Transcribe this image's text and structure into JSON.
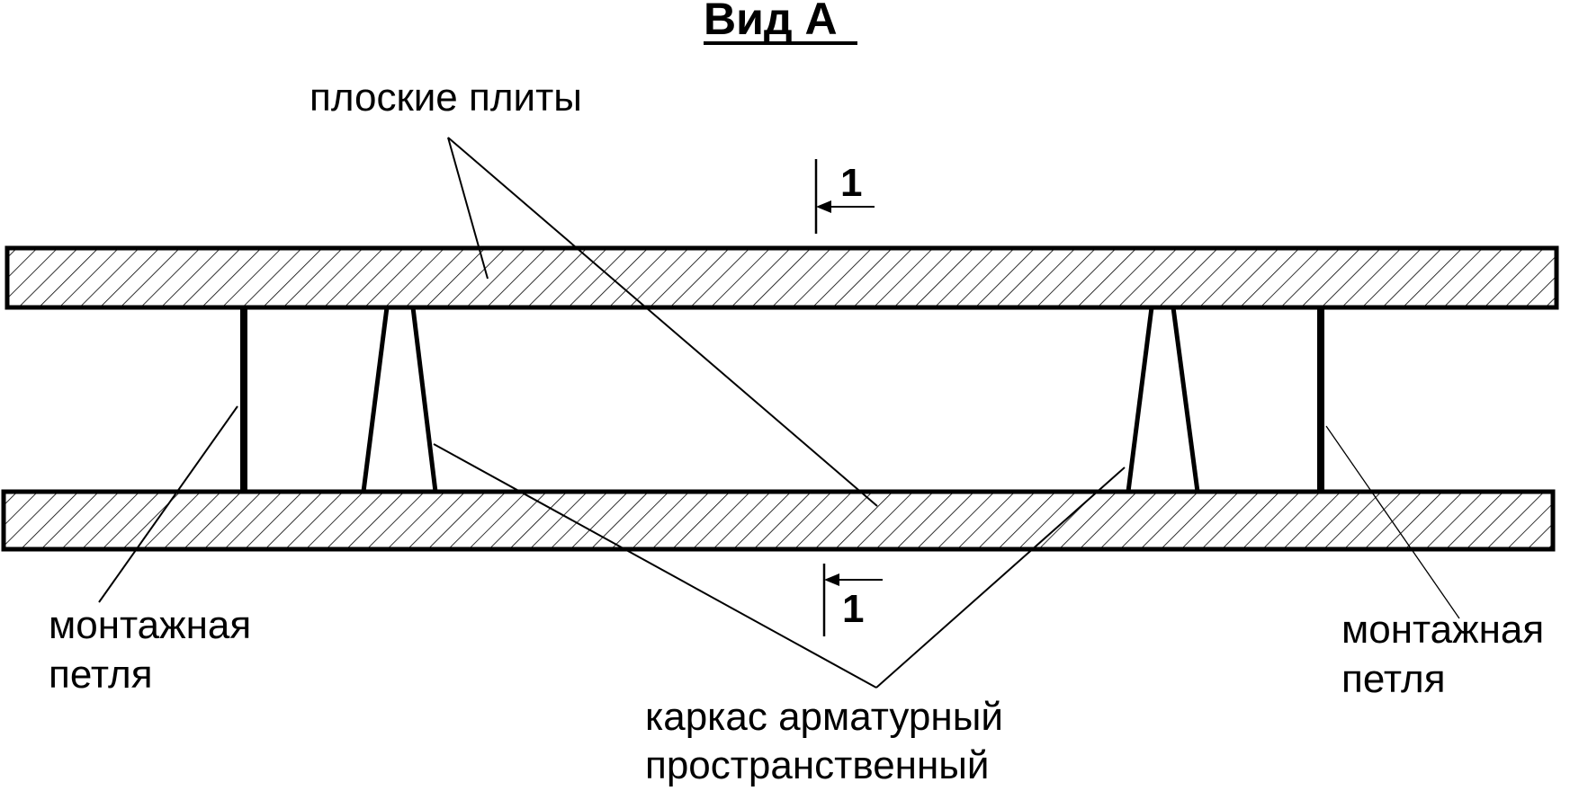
{
  "title": "Вид А",
  "labels": {
    "flat_slabs": "плоские плиты",
    "mounting_loop_left": [
      "монтажная",
      "петля"
    ],
    "mounting_loop_right": [
      "монтажная",
      "петля"
    ],
    "frame": [
      "каркас арматурный",
      "пространственный"
    ]
  },
  "section_markers": {
    "top": "1",
    "bottom": "1"
  },
  "colors": {
    "ink": "#000000",
    "background": "#ffffff"
  }
}
